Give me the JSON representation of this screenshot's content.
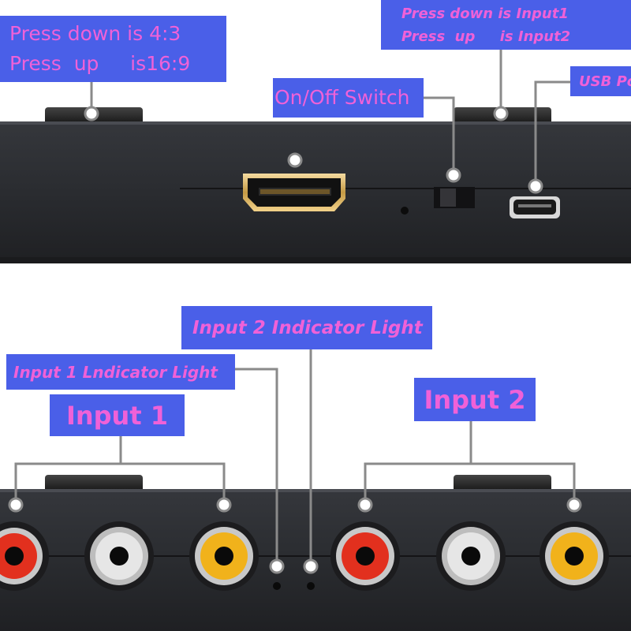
{
  "labels": {
    "aspect": {
      "line1": "Press down is 4:3",
      "line2": "Press  up     is16:9"
    },
    "input_select": {
      "line1": "Press down is Input1",
      "line2": "Press  up     is Input2"
    },
    "on_off": "On/Off Switch",
    "usb": "USB Po",
    "input2_light": "Input 2 Indicator Light",
    "input1_light": "Input 1 Lndicator Light",
    "input1": "Input 1",
    "input2": "Input 2"
  },
  "colors": {
    "label_bg": "#4a5fe8",
    "label_text": "#f061d8",
    "device_body": "#2b2d31",
    "rca_red": "#e2301e",
    "rca_white": "#e6e6e6",
    "rca_yellow": "#f1b21b",
    "leader_line": "#8a8a8a"
  }
}
